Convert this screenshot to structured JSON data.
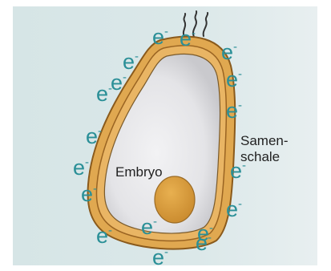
{
  "labels": {
    "embryo": "Embryo",
    "seed_coat_line1": "Samen-",
    "seed_coat_line2": "schale"
  },
  "electron": {
    "base": "e",
    "charge": "-"
  },
  "electron_count": 18,
  "colors": {
    "background": "#d8e6e7",
    "seed_coat": "#e0a850",
    "seed_coat_outline": "#8a5a1c",
    "interior": "#e8e8ea",
    "embryo": "#d99a3a",
    "electron": "#2a8f97",
    "text": "#222222"
  }
}
